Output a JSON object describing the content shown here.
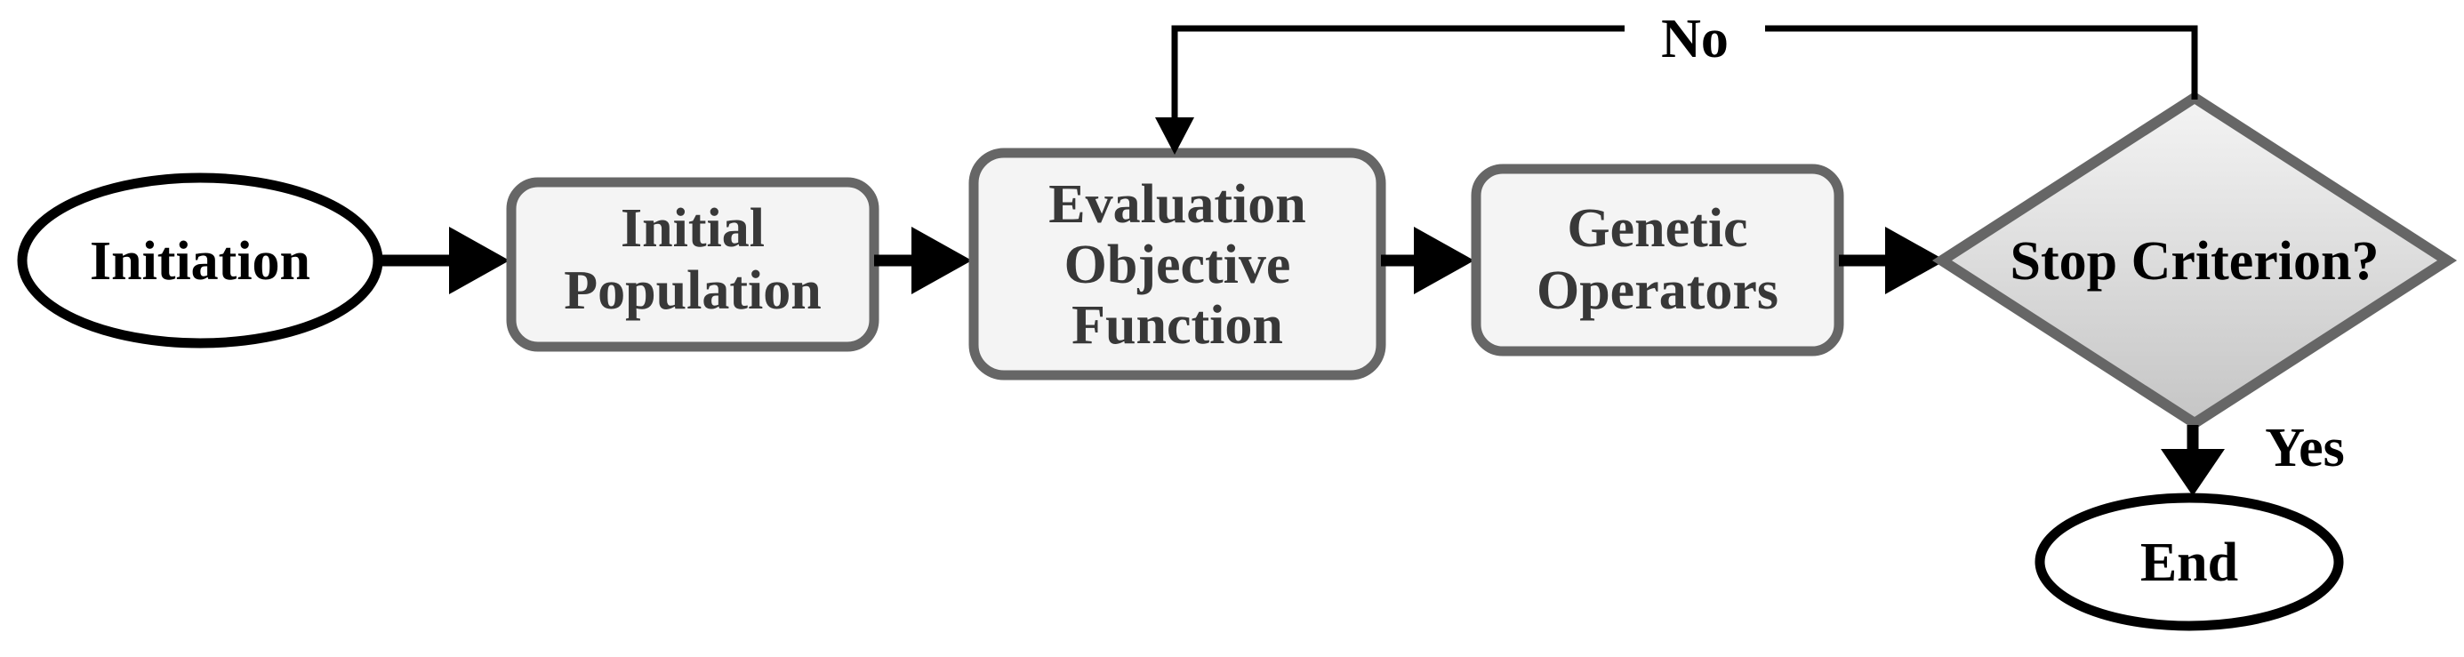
{
  "nodes": {
    "initiation": {
      "label": "Initiation"
    },
    "initial_population": {
      "lines": [
        "Initial",
        "Population"
      ]
    },
    "evaluation": {
      "lines": [
        "Evaluation",
        "Objective",
        "Function"
      ]
    },
    "genetic_operators": {
      "lines": [
        "Genetic",
        "Operators"
      ]
    },
    "stop_criterion": {
      "label": "Stop Criterion?"
    },
    "end": {
      "label": "End"
    }
  },
  "edges": {
    "no_label": "No",
    "yes_label": "Yes"
  },
  "colors": {
    "background": "#ffffff",
    "process_fill": "#f4f4f4",
    "process_border": "#666666",
    "process_text": "#383838",
    "terminator_border": "#000000",
    "terminator_fill": "#ffffff",
    "diamond_fill_top": "#f4f4f4",
    "diamond_fill_bottom": "#c5c5c5",
    "diamond_border": "#666666",
    "line_color": "#000000"
  }
}
